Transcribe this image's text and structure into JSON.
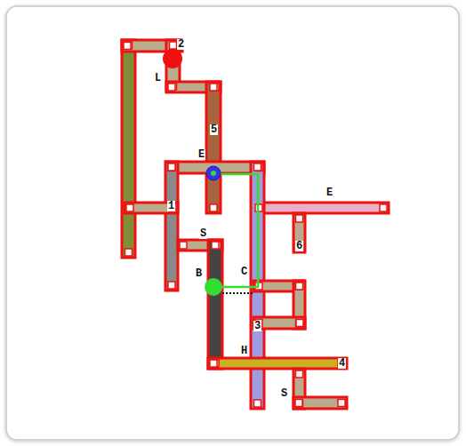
{
  "diagram": {
    "labels": [
      "2",
      "L",
      "5",
      "E",
      "1",
      "E",
      "6",
      "S",
      "B",
      "C",
      "3",
      "H",
      "4",
      "S"
    ]
  }
}
